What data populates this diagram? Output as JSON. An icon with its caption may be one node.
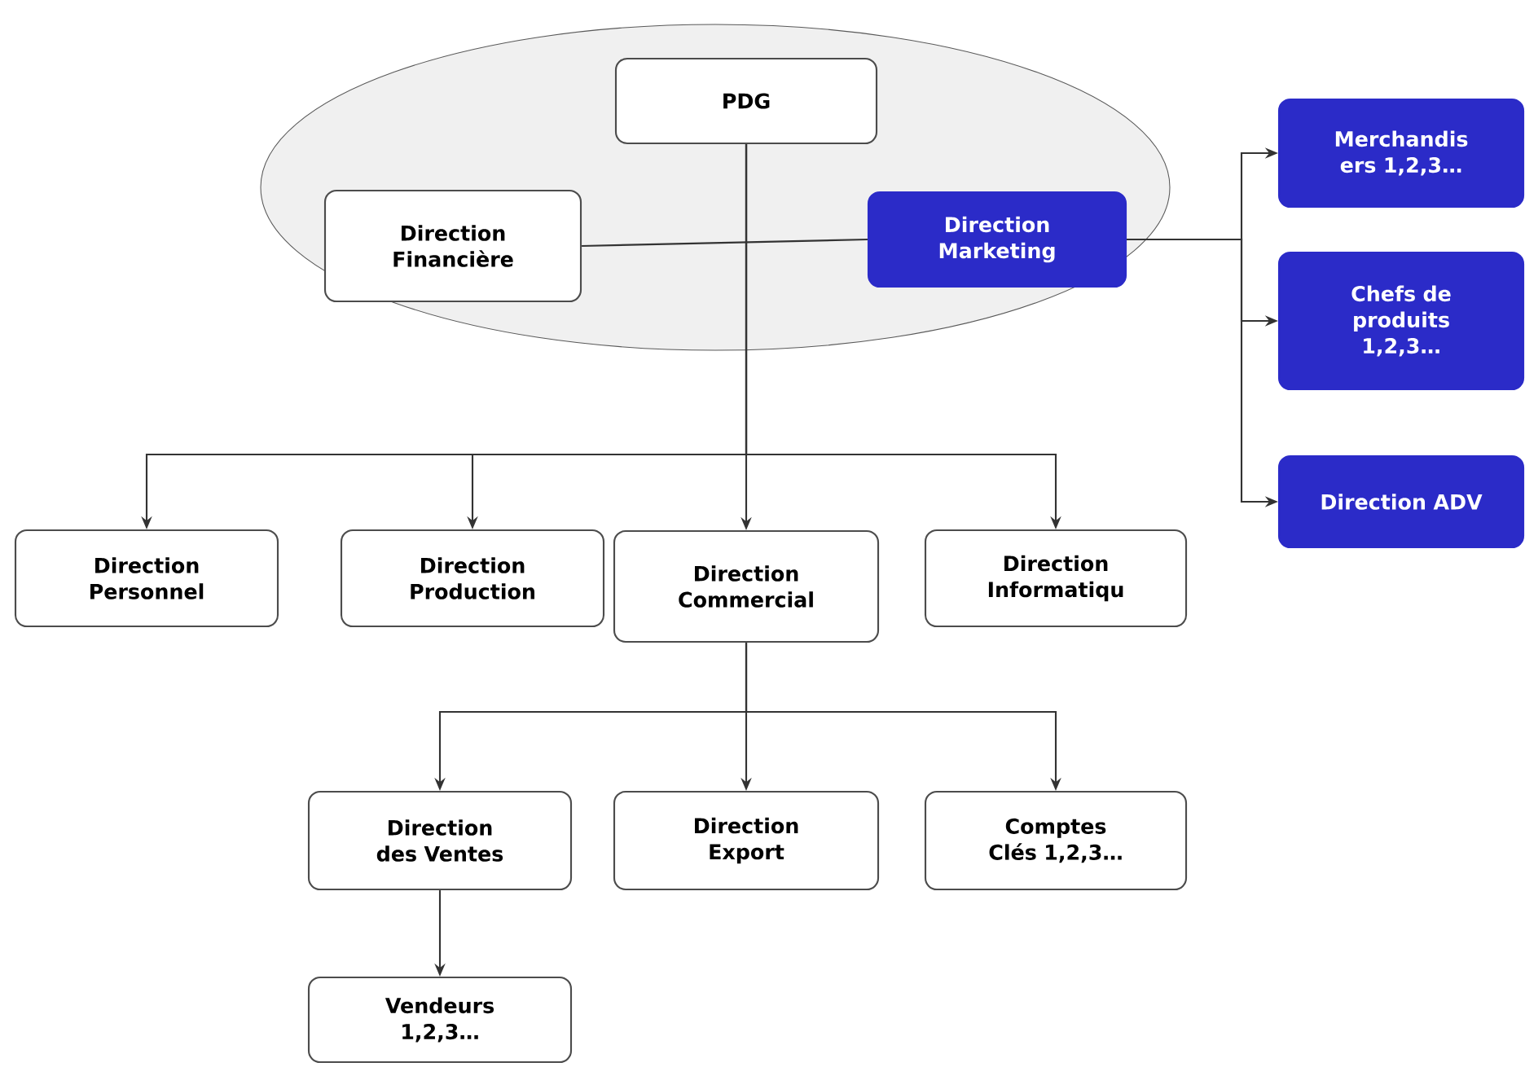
{
  "diagram": {
    "nodes": [
      {
        "text": [],
        "shape": "ellipse"
      },
      {
        "text": [
          "PDG"
        ],
        "in": 0
      },
      {
        "text": [
          "Direction Financière"
        ],
        "in": 0
      },
      {
        "text": [
          "Direction Marketing"
        ],
        "in": 0
      },
      {
        "text": [
          "Merchandis ers 1,2,3…"
        ]
      },
      {
        "text": [
          "Chefs de produits 1,2,3…"
        ]
      },
      {
        "text": [
          "Direction ADV"
        ]
      },
      {
        "text": [
          "Direction Personnel"
        ]
      },
      {
        "text": [
          "Direction Production"
        ]
      },
      {
        "text": [
          "Direction Commercial"
        ]
      },
      {
        "text": [
          "Direction Informatiqu"
        ]
      },
      {
        "text": [
          "Direction des Ventes"
        ]
      },
      {
        "text": [
          "Direction Export"
        ]
      },
      {
        "text": [
          "Comptes Clés 1,2,3…"
        ]
      },
      {
        "text": [
          "Vendeurs 1,2,3…"
        ]
      }
    ],
    "edges": [
      {
        "from": 2,
        "to": 3,
        "arrow": "none"
      },
      {
        "from": 3,
        "to": 4,
        "arrow": "to"
      },
      {
        "from": 3,
        "to": 5,
        "arrow": "to"
      },
      {
        "from": 3,
        "to": 6,
        "arrow": "to"
      },
      {
        "from": 1,
        "to": 7,
        "arrow": "to"
      },
      {
        "from": 1,
        "to": 8,
        "arrow": "to"
      },
      {
        "from": 1,
        "to": 9,
        "arrow": "to"
      },
      {
        "from": 1,
        "to": 10,
        "arrow": "to"
      },
      {
        "from": 9,
        "to": 11,
        "arrow": "to"
      },
      {
        "from": 9,
        "to": 12,
        "arrow": "to"
      },
      {
        "from": 9,
        "to": 13,
        "arrow": "to"
      },
      {
        "from": 11,
        "to": 14,
        "arrow": "to"
      }
    ]
  }
}
